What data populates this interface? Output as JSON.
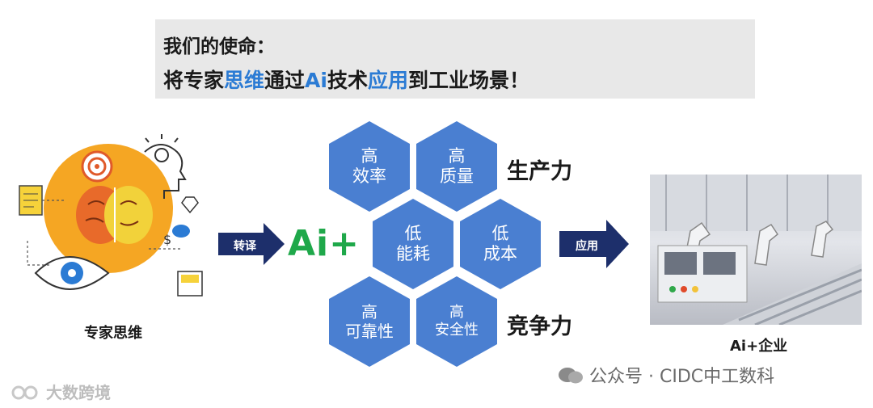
{
  "banner": {
    "line1": "我们的使命：",
    "line2_parts": [
      "将专家",
      "思维",
      "通过",
      "Ai",
      "技术",
      "应用",
      "到工业场景！"
    ]
  },
  "hexagons": [
    {
      "line1": "高",
      "line2": "效率"
    },
    {
      "line1": "高",
      "line2": "质量"
    },
    {
      "line1": "低",
      "line2": "能耗"
    },
    {
      "line1": "低",
      "line2": "成本"
    },
    {
      "line1": "高",
      "line2": "可靠性"
    },
    {
      "line1": "高",
      "line2": "安全性"
    }
  ],
  "labels": {
    "productivity": "生产力",
    "competitiveness": "竞争力",
    "ai_plus": "Ai+",
    "translate": "转译",
    "apply": "应用",
    "expert_thinking": "专家思维",
    "ai_enterprise": "Ai+企业"
  },
  "watermarks": {
    "wechat": "公众号 · CIDC中工数科",
    "logo": "大数跨境"
  },
  "colors": {
    "hex_fill": "#4a7fd1",
    "arrow_fill": "#1d2f6b",
    "highlight_blue": "#2b7bd4",
    "ai_green": "#1fa84a",
    "brain_circle": "#f5a623"
  }
}
